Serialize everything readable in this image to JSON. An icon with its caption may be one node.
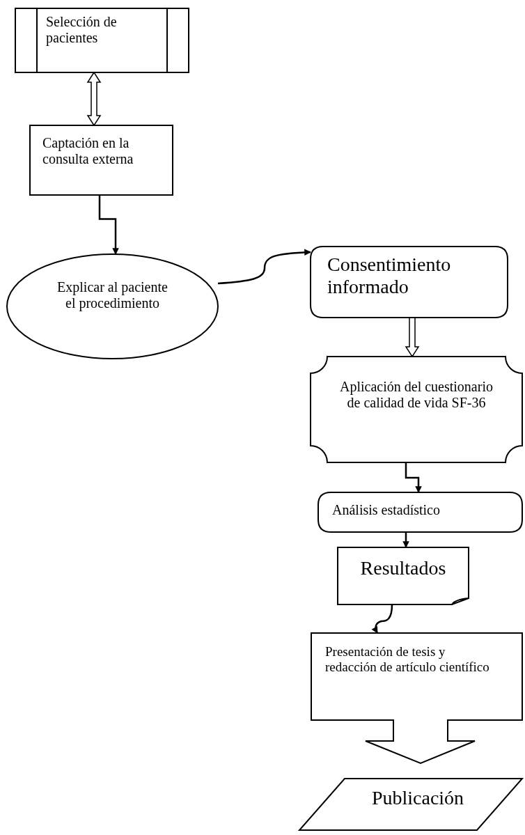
{
  "diagram": {
    "nodes": [
      {
        "text": [
          "Selección de pacientes"
        ]
      },
      {
        "text": [
          "Captación en la consulta externa"
        ]
      },
      {
        "text": [
          "Explicar al paciente el procedimiento"
        ]
      },
      {
        "text": [
          "Consentimiento informado"
        ]
      },
      {
        "text": [
          "Aplicación del cuestionario de calidad de vida SF-36"
        ]
      },
      {
        "text": [
          "Análisis estadístico"
        ]
      },
      {
        "text": [
          "Resultados"
        ]
      },
      {
        "text": [
          "Presentación de tesis y redacción de artículo científico"
        ]
      },
      {
        "text": [
          "Publicación"
        ]
      }
    ],
    "edges": [
      {
        "from": 0,
        "to": 1,
        "arrow": "both"
      },
      {
        "from": 1,
        "to": 2,
        "arrow": "to"
      },
      {
        "from": 2,
        "to": 3,
        "arrow": "to"
      },
      {
        "from": 3,
        "to": 4,
        "arrow": "to"
      },
      {
        "from": 4,
        "to": 5,
        "arrow": "to"
      },
      {
        "from": 5,
        "to": 6,
        "arrow": "to"
      },
      {
        "from": 6,
        "to": 7,
        "arrow": "to"
      }
    ]
  }
}
